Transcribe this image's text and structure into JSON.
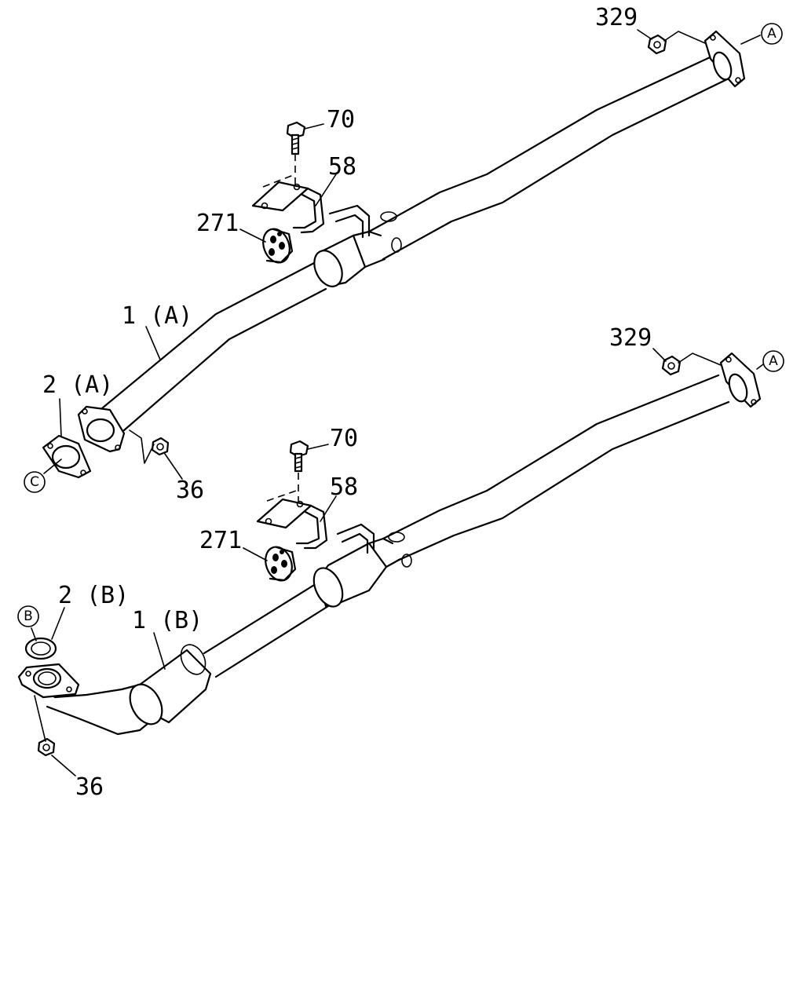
{
  "assembly_a": {
    "nut_top_label": "329",
    "ref_a_label": "A",
    "bolt_label": "70",
    "bracket_label": "58",
    "rubber_mount_label": "271",
    "pipe_label": "1 (A)",
    "gasket_label": "2 (A)",
    "ref_c_label": "C",
    "nut_bottom_label": "36"
  },
  "assembly_b": {
    "nut_top_label": "329",
    "ref_a_label": "A",
    "bolt_label": "70",
    "bracket_label": "58",
    "rubber_mount_label": "271",
    "pipe_label": "1 (B)",
    "gasket_label": "2 (B)",
    "ref_b_label": "B",
    "nut_bottom_label": "36"
  }
}
